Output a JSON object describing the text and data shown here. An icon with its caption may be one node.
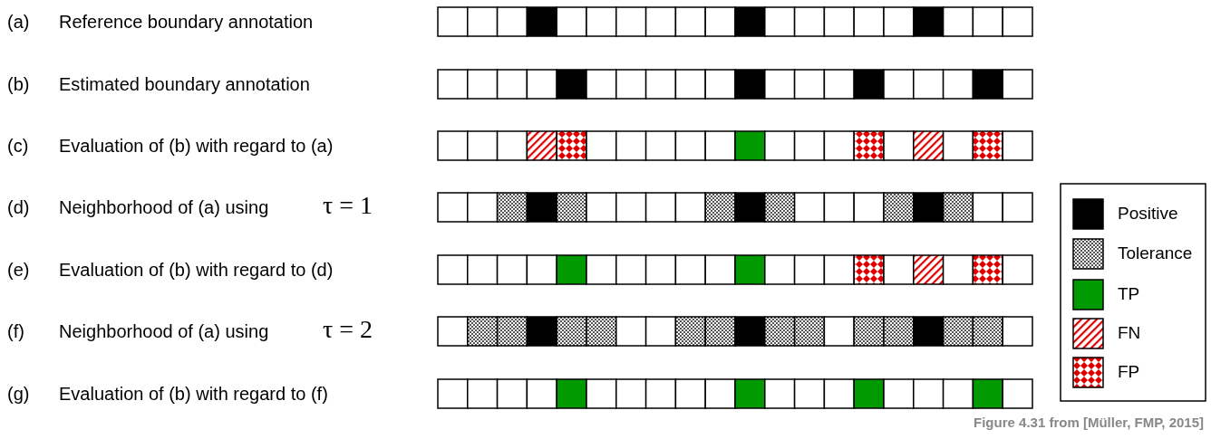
{
  "diagram": {
    "labels": [
      "(a)",
      "Reference boundary annotation",
      "(b)",
      "Estimated boundary annotation",
      "(c)",
      "Evaluation of (b) with regard to (a)",
      "(d)",
      "Neighborhood of (a) using",
      "τ = 1",
      "(e)",
      "Evaluation of (b) with regard to (d)",
      "(f)",
      "Neighborhood of (a) using",
      "τ = 2",
      "(g)",
      "Evaluation of (b) with regard to (f)"
    ],
    "legend": [
      {
        "text": "Positive",
        "color": "#000000"
      },
      {
        "text": "Tolerance"
      },
      {
        "text": "TP",
        "color": "#009900"
      },
      {
        "text": "FN"
      },
      {
        "text": "FP"
      }
    ],
    "caption": "Figure 4.31 from [Müller, FMP, 2015]"
  }
}
